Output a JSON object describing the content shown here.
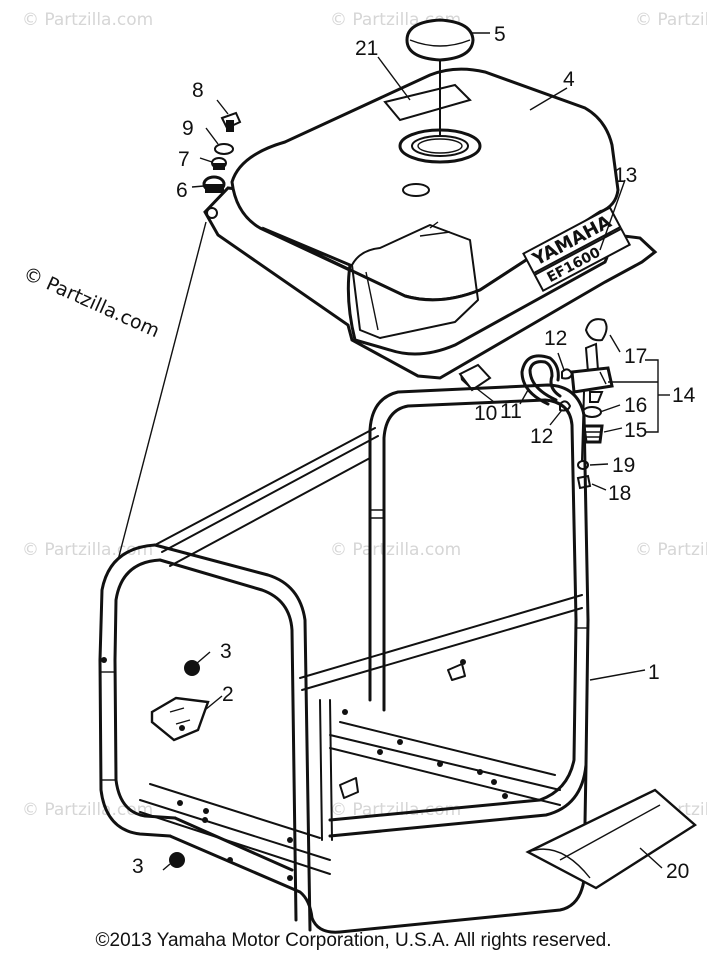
{
  "watermark": "© Partzilla.com",
  "side_watermark": "© Partzilla.com",
  "tank_brand": "YAMAHA",
  "tank_model": "EF1600",
  "copyright": "©2013  Yamaha Motor Corporation, U.S.A. All rights reserved.",
  "callouts": [
    "1",
    "2",
    "3",
    "3",
    "4",
    "5",
    "6",
    "7",
    "8",
    "9",
    "10",
    "11",
    "12",
    "12",
    "13",
    "14",
    "15",
    "16",
    "17",
    "18",
    "19",
    "20",
    "21"
  ]
}
